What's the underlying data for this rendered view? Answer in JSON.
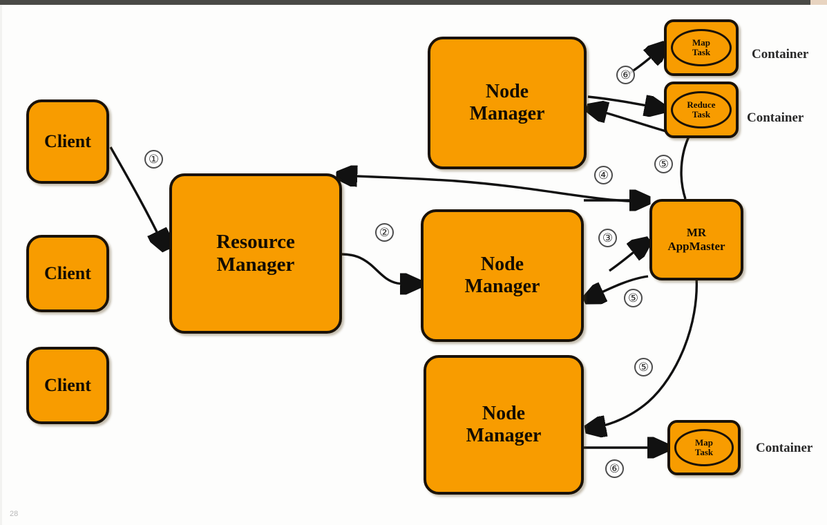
{
  "slide": {
    "page_number": "28",
    "accent_color": "#f89c00",
    "outline_color": "#1a1208",
    "background_color": "#fdfdfc"
  },
  "clients": [
    {
      "label": "Client"
    },
    {
      "label": "Client"
    },
    {
      "label": "Client"
    }
  ],
  "resource_manager": {
    "line1": "Resource",
    "line2": "Manager"
  },
  "node_managers": [
    {
      "line1": "Node",
      "line2": "Manager"
    },
    {
      "line1": "Node",
      "line2": "Manager"
    },
    {
      "line1": "Node",
      "line2": "Manager"
    }
  ],
  "app_master": {
    "line1": "MR",
    "line2": "AppMaster"
  },
  "containers": [
    {
      "task_line1": "Map",
      "task_line2": "Task",
      "label": "Container"
    },
    {
      "task_line1": "Reduce",
      "task_line2": "Task",
      "label": "Container"
    },
    {
      "task_line1": "Map",
      "task_line2": "Task",
      "label": "Container"
    }
  ],
  "steps": [
    {
      "id": "step-1",
      "marker": "①",
      "meaning": "client-submits-job-to-resource-manager"
    },
    {
      "id": "step-2",
      "marker": "②",
      "meaning": "resource-manager-allocates-container-on-node-manager"
    },
    {
      "id": "step-3",
      "marker": "③",
      "meaning": "node-manager-launches-mr-appmaster"
    },
    {
      "id": "step-4",
      "marker": "④",
      "meaning": "appmaster-registers-and-requests-resources"
    },
    {
      "id": "step-5a",
      "marker": "⑤",
      "meaning": "appmaster-requests-containers-top"
    },
    {
      "id": "step-5b",
      "marker": "⑤",
      "meaning": "appmaster-requests-containers-middle"
    },
    {
      "id": "step-5c",
      "marker": "⑤",
      "meaning": "appmaster-requests-containers-bottom"
    },
    {
      "id": "step-6a",
      "marker": "⑥",
      "meaning": "node-manager-starts-map-and-reduce-tasks"
    },
    {
      "id": "step-6b",
      "marker": "⑥",
      "meaning": "node-manager-starts-map-task-bottom"
    }
  ]
}
